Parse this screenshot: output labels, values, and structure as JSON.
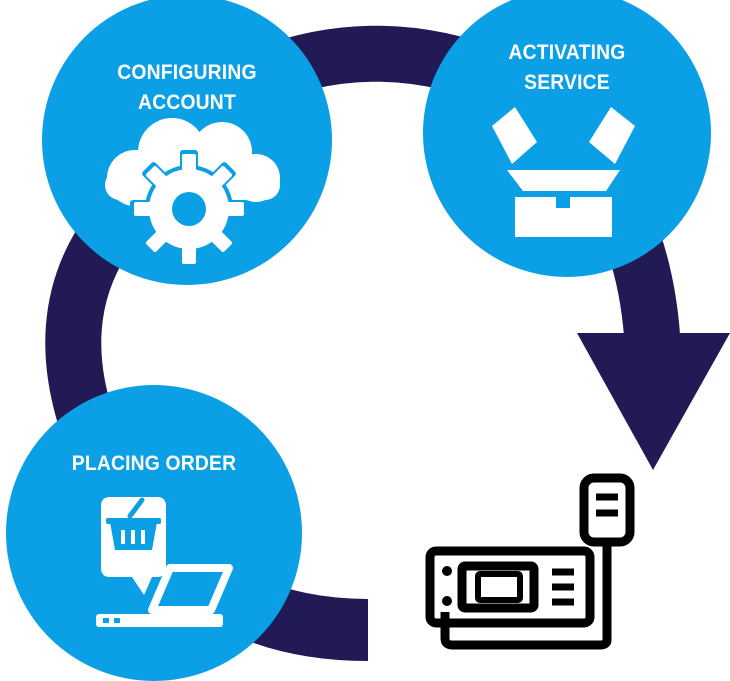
{
  "steps": [
    {
      "id": "placing-order",
      "label_lines": [
        "PLACING ORDER"
      ],
      "icon": "laptop-shopping-basket-icon"
    },
    {
      "id": "configuring-account",
      "label_lines": [
        "CONFIGURING",
        "ACCOUNT"
      ],
      "icon": "cloud-gear-icon"
    },
    {
      "id": "activating-service",
      "label_lines": [
        "ACTIVATING",
        "SERVICE"
      ],
      "icon": "open-box-icon"
    }
  ],
  "device": {
    "icon": "radio-transceiver-icon"
  },
  "colors": {
    "circle": "#0ba0e5",
    "arrow": "#221a54",
    "icon_fill": "#ffffff",
    "device_stroke": "#000000"
  }
}
